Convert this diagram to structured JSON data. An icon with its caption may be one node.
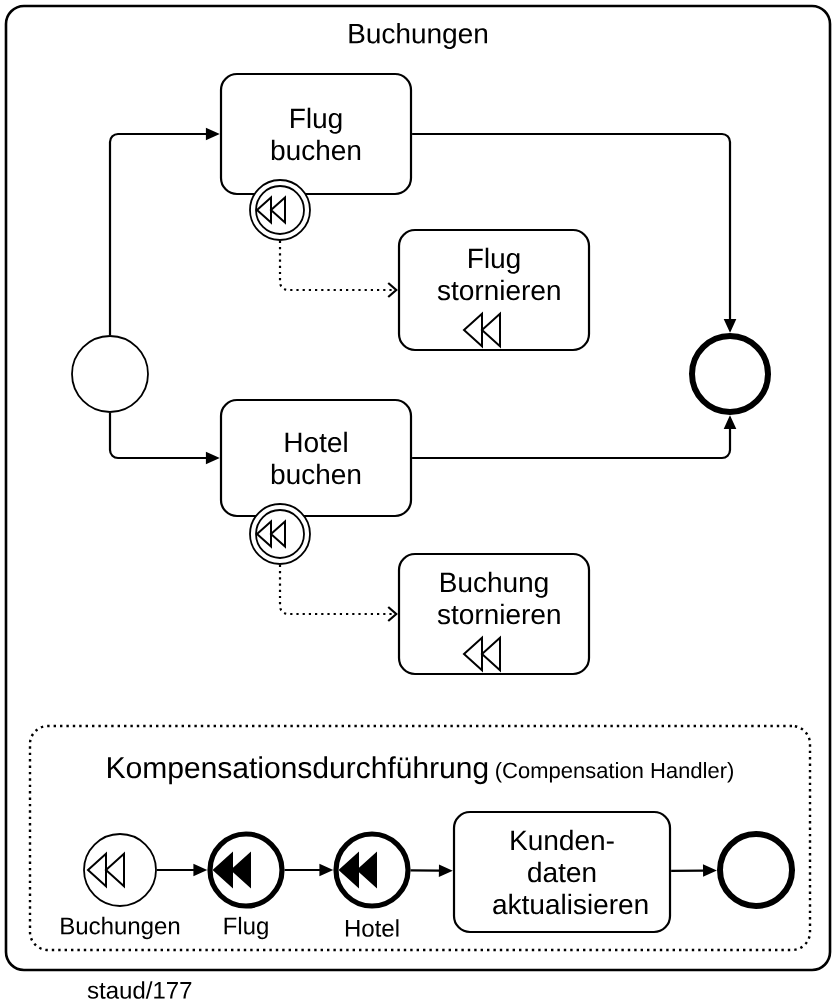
{
  "diagram": {
    "nodes": [
      {
        "text": [
          "Buchungen"
        ]
      },
      {
        "text": [],
        "shape": "circle",
        "in": 0
      },
      {
        "text": [
          "Flug buchen"
        ],
        "in": 0
      },
      {
        "text": [],
        "shape": "circle",
        "in": 0
      },
      {
        "text": [
          "Flug stornieren"
        ],
        "in": 0
      },
      {
        "text": [],
        "shape": "circle",
        "in": 0
      },
      {
        "text": [
          "Hotel buchen"
        ],
        "in": 0
      },
      {
        "text": [],
        "shape": "circle",
        "in": 0
      },
      {
        "text": [
          "Buchung stornieren"
        ],
        "in": 0
      },
      {
        "text": [
          "Kompensationsdurchführung",
          "(Compensation Handler)"
        ],
        "in": 0
      },
      {
        "text": [],
        "shape": "circle",
        "beside": [
          "Buchungen"
        ],
        "in": 9
      },
      {
        "text": [],
        "shape": "circle",
        "beside": [
          "Flug"
        ],
        "in": 9
      },
      {
        "text": [],
        "shape": "circle",
        "beside": [
          "Hotel"
        ],
        "in": 9
      },
      {
        "text": [
          "Kunden- daten aktualisieren"
        ],
        "in": 9
      },
      {
        "text": [],
        "shape": "circle",
        "in": 9
      }
    ],
    "edges": [
      {
        "from": 1,
        "to": 2,
        "arrow": "to"
      },
      {
        "from": 1,
        "to": 6,
        "arrow": "to"
      },
      {
        "from": 2,
        "to": 5,
        "arrow": "to"
      },
      {
        "from": 6,
        "to": 5,
        "arrow": "to"
      },
      {
        "from": 3,
        "to": 4,
        "arrow": "to",
        "style": "dashed"
      },
      {
        "from": 7,
        "to": 8,
        "arrow": "to",
        "style": "dashed"
      },
      {
        "from": 10,
        "to": 11,
        "arrow": "to"
      },
      {
        "from": 11,
        "to": 12,
        "arrow": "to"
      },
      {
        "from": 12,
        "to": 13,
        "arrow": "to"
      },
      {
        "from": 13,
        "to": 14,
        "arrow": "to"
      }
    ],
    "labels": [
      "staud/177"
    ]
  }
}
